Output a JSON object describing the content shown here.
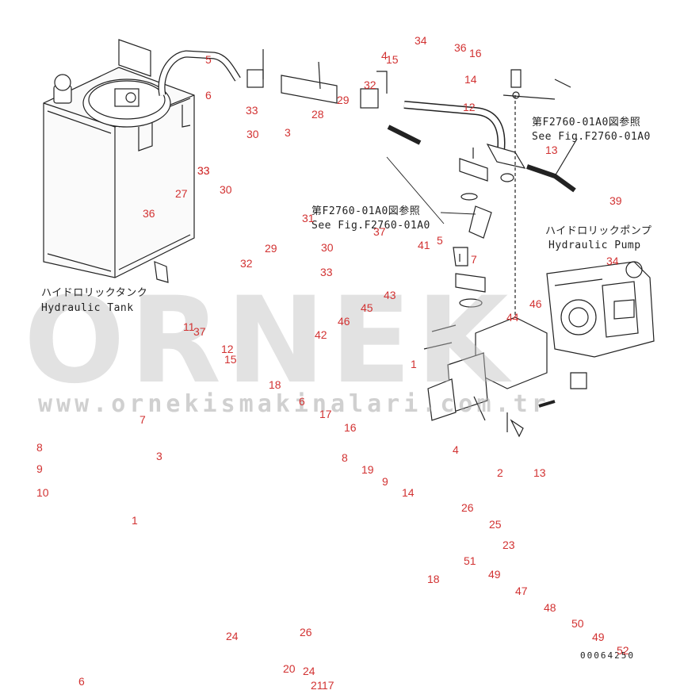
{
  "watermark": {
    "brand": "ORNEK",
    "url": "www.ornekismakinalari.com.tr"
  },
  "notes": {
    "tank_jp": "ハイドロリックタンク",
    "tank_en": "Hydraulic Tank",
    "pump_jp": "ハイドロリックポンプ",
    "pump_en": "Hydraulic Pump",
    "ref1_jp": "第F2760-01A0図参照",
    "ref1_en": "See Fig.F2760-01A0",
    "ref2_jp": "第F2760-01A0図参照",
    "ref2_en": "See Fig.F2760-01A0"
  },
  "doc_number": "00064250",
  "callouts": [
    "34",
    "4",
    "15",
    "36",
    "16",
    "5",
    "32",
    "14",
    "6",
    "33",
    "28",
    "29",
    "3",
    "30",
    "12",
    "33",
    "27",
    "30",
    "36",
    "13",
    "39",
    "31",
    "33",
    "32",
    "29",
    "30",
    "34",
    "37",
    "5",
    "41",
    "7",
    "33",
    "45",
    "43",
    "46",
    "46",
    "11",
    "37",
    "42",
    "44",
    "12",
    "15",
    "1",
    "18",
    "6",
    "17",
    "7",
    "16",
    "8",
    "3",
    "8",
    "9",
    "19",
    "9",
    "10",
    "14",
    "4",
    "2",
    "13",
    "1",
    "26",
    "25",
    "23",
    "51",
    "49",
    "18",
    "47",
    "48",
    "50",
    "49",
    "52",
    "24",
    "26",
    "20",
    "24",
    "6",
    "21",
    "17"
  ]
}
